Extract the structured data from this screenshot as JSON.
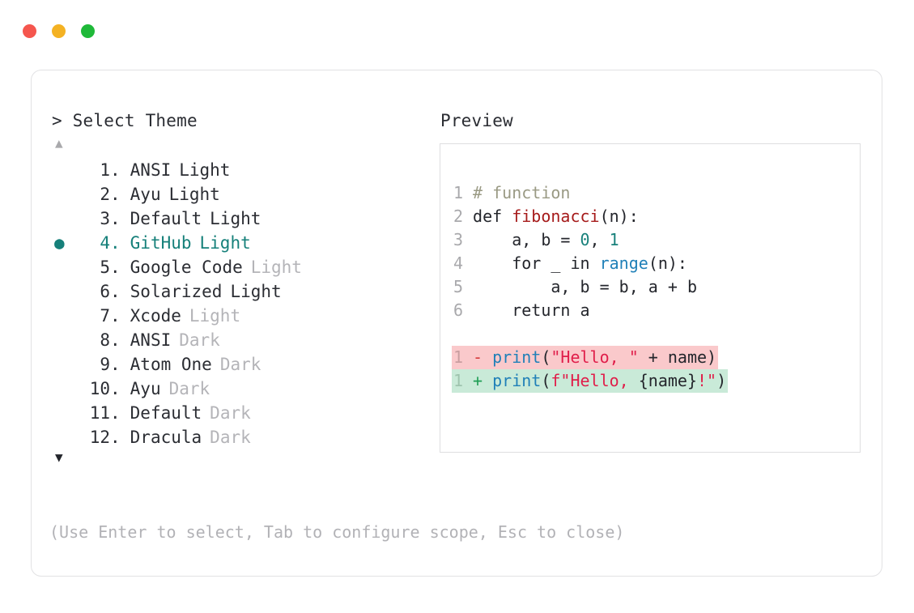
{
  "window": {
    "traffic_lights": [
      {
        "name": "close",
        "color": "#f5564e"
      },
      {
        "name": "minimize",
        "color": "#f4b223"
      },
      {
        "name": "maximize",
        "color": "#1fb939"
      }
    ]
  },
  "selector": {
    "prompt": "> Select Theme",
    "scroll_up_glyph": "▲",
    "scroll_down_glyph": "▼",
    "scroll_up_active": false,
    "scroll_down_active": true,
    "selected_index": 4,
    "selected_color": "#16807a",
    "dim_color": "#b4b4b8",
    "bullet_glyph": "●",
    "items": [
      {
        "num": "1",
        "dot": ".",
        "name": "ANSI",
        "suffix": "Light",
        "suffix_dim": false,
        "selected": false
      },
      {
        "num": "2",
        "dot": ".",
        "name": "Ayu",
        "suffix": "Light",
        "suffix_dim": false,
        "selected": false
      },
      {
        "num": "3",
        "dot": ".",
        "name": "Default",
        "suffix": "Light",
        "suffix_dim": false,
        "selected": false
      },
      {
        "num": "4",
        "dot": ".",
        "name": "GitHub",
        "suffix": "Light",
        "suffix_dim": false,
        "selected": true
      },
      {
        "num": "5",
        "dot": ".",
        "name": "Google Code",
        "suffix": "Light",
        "suffix_dim": true,
        "selected": false
      },
      {
        "num": "6",
        "dot": ".",
        "name": "Solarized",
        "suffix": "Light",
        "suffix_dim": false,
        "selected": false
      },
      {
        "num": "7",
        "dot": ".",
        "name": "Xcode",
        "suffix": "Light",
        "suffix_dim": true,
        "selected": false
      },
      {
        "num": "8",
        "dot": ".",
        "name": "ANSI",
        "suffix": "Dark",
        "suffix_dim": true,
        "selected": false
      },
      {
        "num": "9",
        "dot": ".",
        "name": "Atom One",
        "suffix": "Dark",
        "suffix_dim": true,
        "selected": false
      },
      {
        "num": "10",
        "dot": ".",
        "name": "Ayu",
        "suffix": "Dark",
        "suffix_dim": true,
        "selected": false
      },
      {
        "num": "11",
        "dot": ".",
        "name": "Default",
        "suffix": "Dark",
        "suffix_dim": true,
        "selected": false
      },
      {
        "num": "12",
        "dot": ".",
        "name": "Dracula",
        "suffix": "Dark",
        "suffix_dim": true,
        "selected": false
      }
    ]
  },
  "hint": "(Use Enter to select, Tab to configure scope, Esc to close)",
  "preview": {
    "title": "Preview",
    "code_lines": [
      {
        "gutter": "1",
        "tokens": [
          {
            "t": "# function",
            "c": "comment"
          }
        ]
      },
      {
        "gutter": "2",
        "tokens": [
          {
            "t": "def ",
            "c": "kw"
          },
          {
            "t": "fibonacci",
            "c": "fn"
          },
          {
            "t": "(n):",
            "c": "plain"
          }
        ]
      },
      {
        "gutter": "3",
        "tokens": [
          {
            "t": "    a, b = ",
            "c": "plain"
          },
          {
            "t": "0",
            "c": "num"
          },
          {
            "t": ", ",
            "c": "plain"
          },
          {
            "t": "1",
            "c": "num"
          }
        ]
      },
      {
        "gutter": "4",
        "tokens": [
          {
            "t": "    for _ in ",
            "c": "plain"
          },
          {
            "t": "range",
            "c": "builtin"
          },
          {
            "t": "(n):",
            "c": "plain"
          }
        ]
      },
      {
        "gutter": "5",
        "tokens": [
          {
            "t": "        a, b = b, a + b",
            "c": "plain"
          }
        ]
      },
      {
        "gutter": "6",
        "tokens": [
          {
            "t": "    return a",
            "c": "plain"
          }
        ]
      }
    ],
    "diff_lines": [
      {
        "kind": "del",
        "gutter": "1",
        "marker": "-",
        "tokens": [
          {
            "t": "print",
            "c": "builtin"
          },
          {
            "t": "(",
            "c": "plain"
          },
          {
            "t": "\"Hello, \"",
            "c": "str"
          },
          {
            "t": " + name)",
            "c": "plain"
          }
        ]
      },
      {
        "kind": "add",
        "gutter": "1",
        "marker": "+",
        "tokens": [
          {
            "t": "print",
            "c": "builtin"
          },
          {
            "t": "(",
            "c": "plain"
          },
          {
            "t": "f\"Hello, ",
            "c": "str"
          },
          {
            "t": "{name}",
            "c": "plain"
          },
          {
            "t": "!\"",
            "c": "str"
          },
          {
            "t": ")",
            "c": "plain"
          }
        ]
      }
    ],
    "colors": {
      "comment": "#9a9a84",
      "function": "#a61b1b",
      "number": "#18817b",
      "builtin": "#2080b8",
      "string": "#e01e4a",
      "gutter": "#a9a9ac",
      "diff_del_bg": "#fac9cb",
      "diff_add_bg": "#c9ead8",
      "diff_del_marker": "#d63a3a",
      "diff_add_marker": "#1f9e55"
    }
  }
}
